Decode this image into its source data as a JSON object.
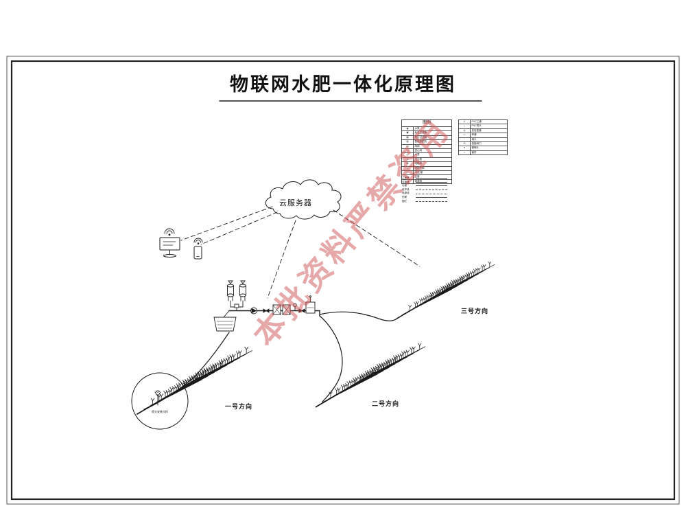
{
  "title": "物联网水肥一体化原理图",
  "watermark": "本批资料严禁盗用",
  "cloud": {
    "label": "云服务器"
  },
  "legend": {
    "header": "图例",
    "left_rows": [
      {
        "sym": "◉",
        "name": "水泵"
      },
      {
        "sym": "▣",
        "name": "砂石过滤器"
      },
      {
        "sym": "▤",
        "name": "叠片过滤器"
      },
      {
        "sym": "▥",
        "name": "智能施肥机"
      },
      {
        "sym": "⋈",
        "name": "闸阀"
      },
      {
        "sym": "◁",
        "name": "逆止阀"
      },
      {
        "sym": "◎",
        "name": "水表"
      },
      {
        "sym": "⊙",
        "name": "压力表"
      },
      {
        "sym": "⊠",
        "name": "电磁阀"
      },
      {
        "sym": "△",
        "name": "进排气阀"
      },
      {
        "sym": "═",
        "name": "PE主管"
      },
      {
        "sym": "─",
        "name": "支管"
      },
      {
        "sym": "┄",
        "name": "滴灌带"
      }
    ],
    "right_rows": [
      {
        "sym": "┼",
        "name": "PVC三通"
      },
      {
        "sym": "┐",
        "name": "PVC弯头"
      },
      {
        "sym": "╪",
        "name": "变径直通"
      },
      {
        "sym": "▭",
        "name": "旁通"
      },
      {
        "sym": "◦",
        "name": "堵头"
      },
      {
        "sym": "∅",
        "name": "快接阀门"
      },
      {
        "sym": "♦",
        "name": "微喷头"
      },
      {
        "sym": "▪",
        "name": "管件"
      }
    ],
    "notes": [
      {
        "name": "主管道",
        "cls": "solid"
      },
      {
        "name": "支管道",
        "cls": "solid"
      },
      {
        "name": "毛管",
        "cls": "solid"
      },
      {
        "name": "信号线",
        "cls": "dashed"
      },
      {
        "name": "电源线",
        "cls": "dashdot"
      },
      {
        "name": "田埂",
        "cls": "solid"
      },
      {
        "name": "围栏",
        "cls": "dashed"
      }
    ]
  },
  "fields": [
    {
      "label": "一号方向"
    },
    {
      "label": "二号方向"
    },
    {
      "label": "三号方向"
    }
  ],
  "detail": {
    "label": "喷头安装大样"
  }
}
